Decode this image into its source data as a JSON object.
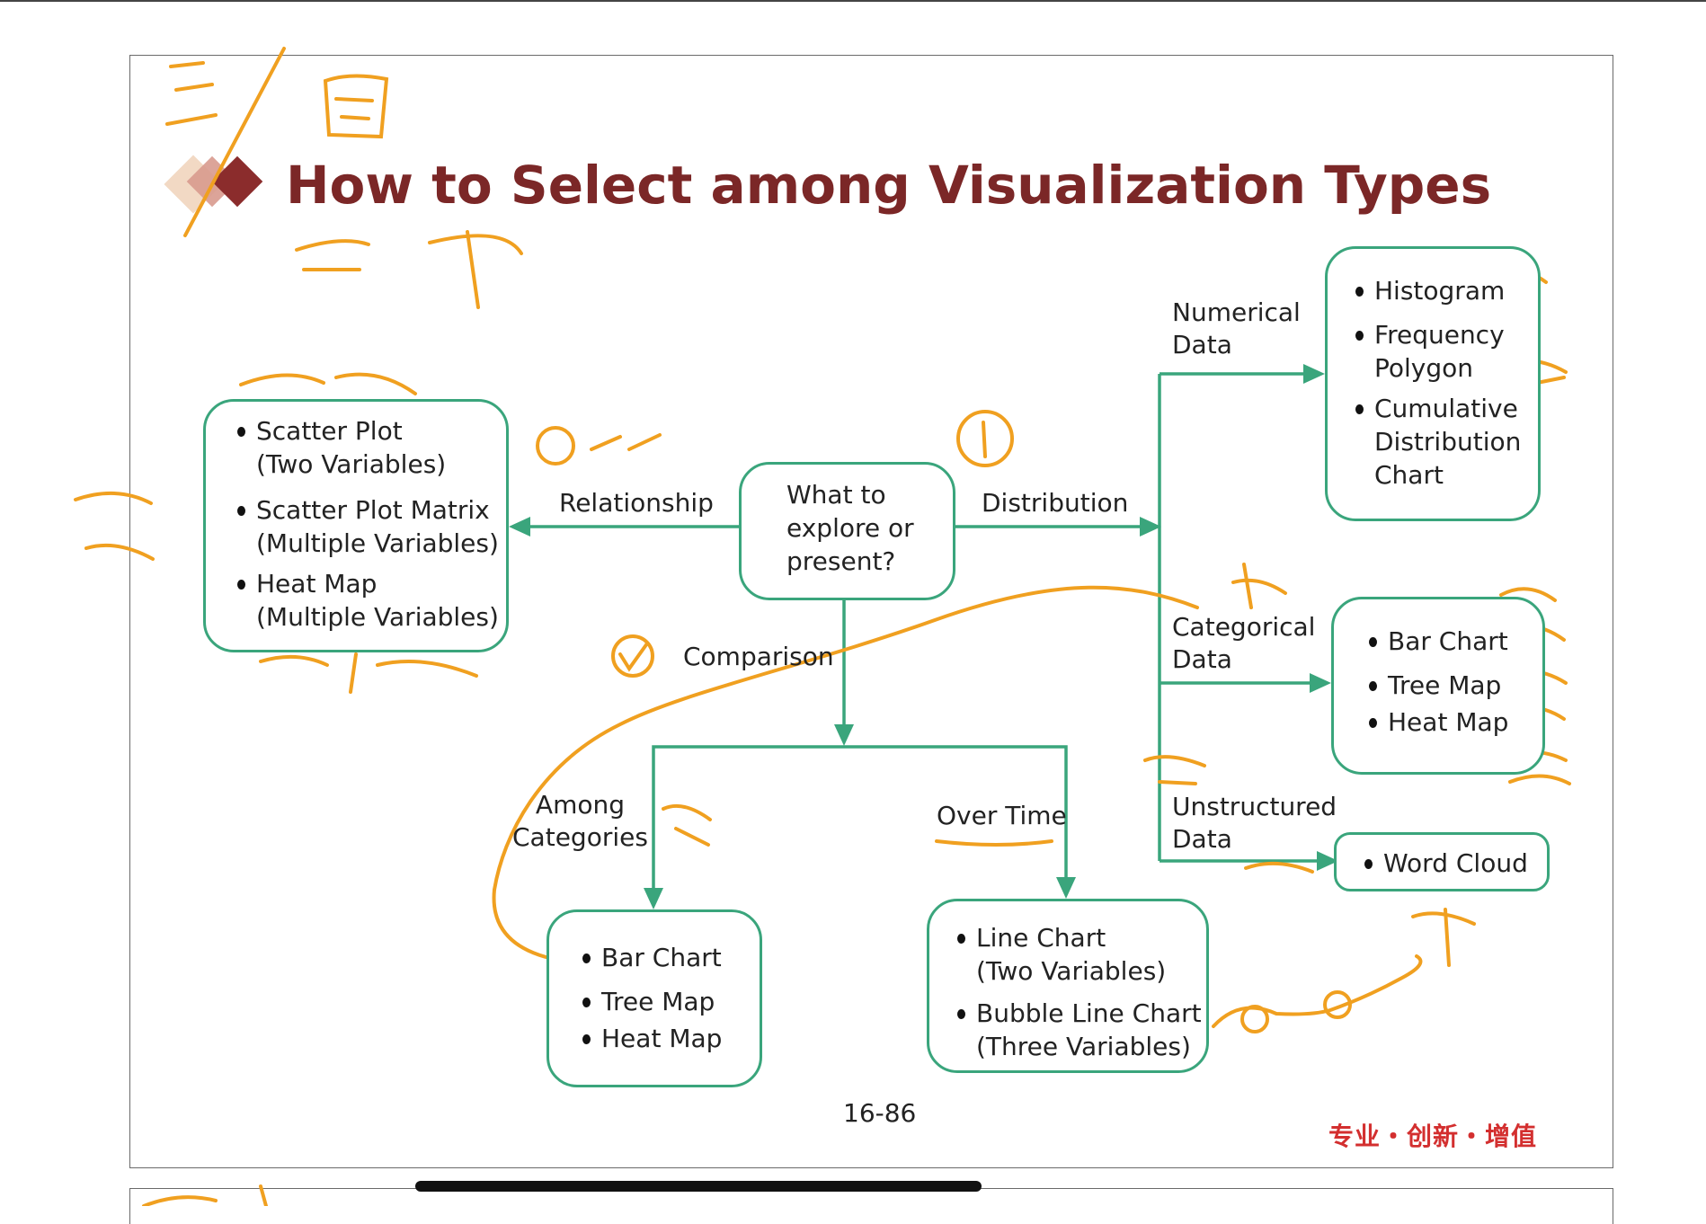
{
  "slide": {
    "title": "How to Select among Visualization Types",
    "page_number": "16-86",
    "footer_mark": "专业・创新・增值"
  },
  "center": {
    "question_lines": [
      "What to",
      "explore or",
      "present?"
    ]
  },
  "edges": {
    "relationship": "Relationship",
    "distribution": "Distribution",
    "comparison": "Comparison",
    "numerical_data": [
      "Numerical",
      "Data"
    ],
    "categorical_data": [
      "Categorical",
      "Data"
    ],
    "unstructured_data": [
      "Unstructured",
      "Data"
    ],
    "among_categories": [
      "Among",
      "Categories"
    ],
    "over_time": "Over Time"
  },
  "boxes": {
    "relationship": [
      {
        "item": "Scatter Plot",
        "sub": "(Two Variables)"
      },
      {
        "item": "Scatter Plot Matrix",
        "sub": "(Multiple Variables)"
      },
      {
        "item": "Heat Map",
        "sub": "(Multiple Variables)"
      }
    ],
    "numerical": [
      {
        "item": "Histogram",
        "sub": ""
      },
      {
        "item": "Frequency",
        "sub": "Polygon"
      },
      {
        "item": "Cumulative",
        "sub": "Distribution\nChart"
      }
    ],
    "categorical": [
      {
        "item": "Bar Chart"
      },
      {
        "item": "Tree Map"
      },
      {
        "item": "Heat Map"
      }
    ],
    "unstructured": [
      {
        "item": "Word Cloud"
      }
    ],
    "among_categories": [
      {
        "item": "Bar Chart"
      },
      {
        "item": "Tree Map"
      },
      {
        "item": "Heat Map"
      }
    ],
    "over_time": [
      {
        "item": "Line Chart",
        "sub": "(Two Variables)"
      },
      {
        "item": "Bubble Line Chart",
        "sub": "(Three Variables)"
      }
    ]
  },
  "colors": {
    "flow": "#3aa57c",
    "title": "#7b2727",
    "annotation": "#f0a020",
    "footer": "#d32f2f"
  }
}
